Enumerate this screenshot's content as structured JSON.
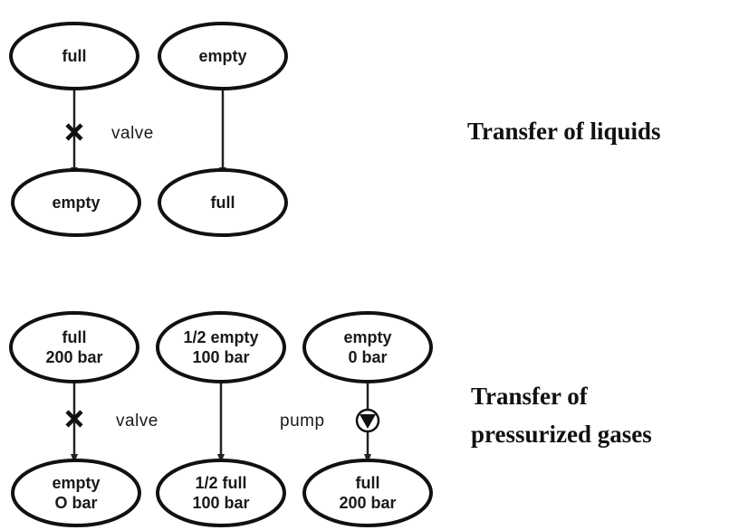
{
  "liquids": {
    "title": "Transfer of liquids",
    "valve_label": "valve",
    "tank_a_before": "full",
    "tank_b_before": "empty",
    "tank_a_after": "empty",
    "tank_b_after": "full"
  },
  "gases": {
    "title_line1": "Transfer of",
    "title_line2": "pressurized gases",
    "valve_label": "valve",
    "pump_label": "pump",
    "tank_a_before": [
      "full",
      "200 bar"
    ],
    "tank_b_before": [
      "1/2 empty",
      "100 bar"
    ],
    "tank_c_before": [
      "empty",
      "0 bar"
    ],
    "tank_a_after": [
      "empty",
      "O bar"
    ],
    "tank_b_after": [
      "1/2 full",
      "100 bar"
    ],
    "tank_c_after": [
      "full",
      "200 bar"
    ]
  }
}
